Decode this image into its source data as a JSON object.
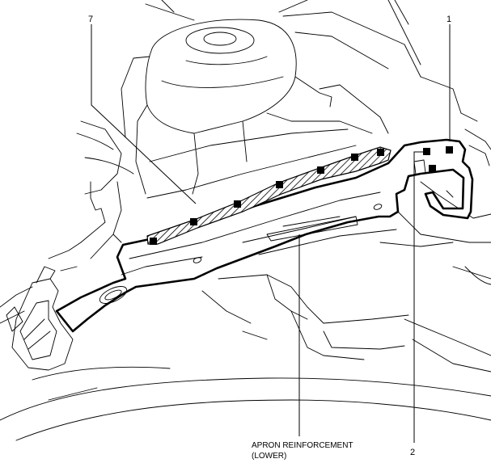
{
  "callouts": {
    "one": "1",
    "two": "2",
    "seven": "7"
  },
  "caption": {
    "line1": "APRON REINFORCEMENT",
    "line2": "(LOWER)"
  },
  "colors": {
    "line": "#000000",
    "background": "#ffffff"
  },
  "icons": {
    "spot_weld_marker": "black-square",
    "weld_seam": "diagonal-hatch-band"
  }
}
